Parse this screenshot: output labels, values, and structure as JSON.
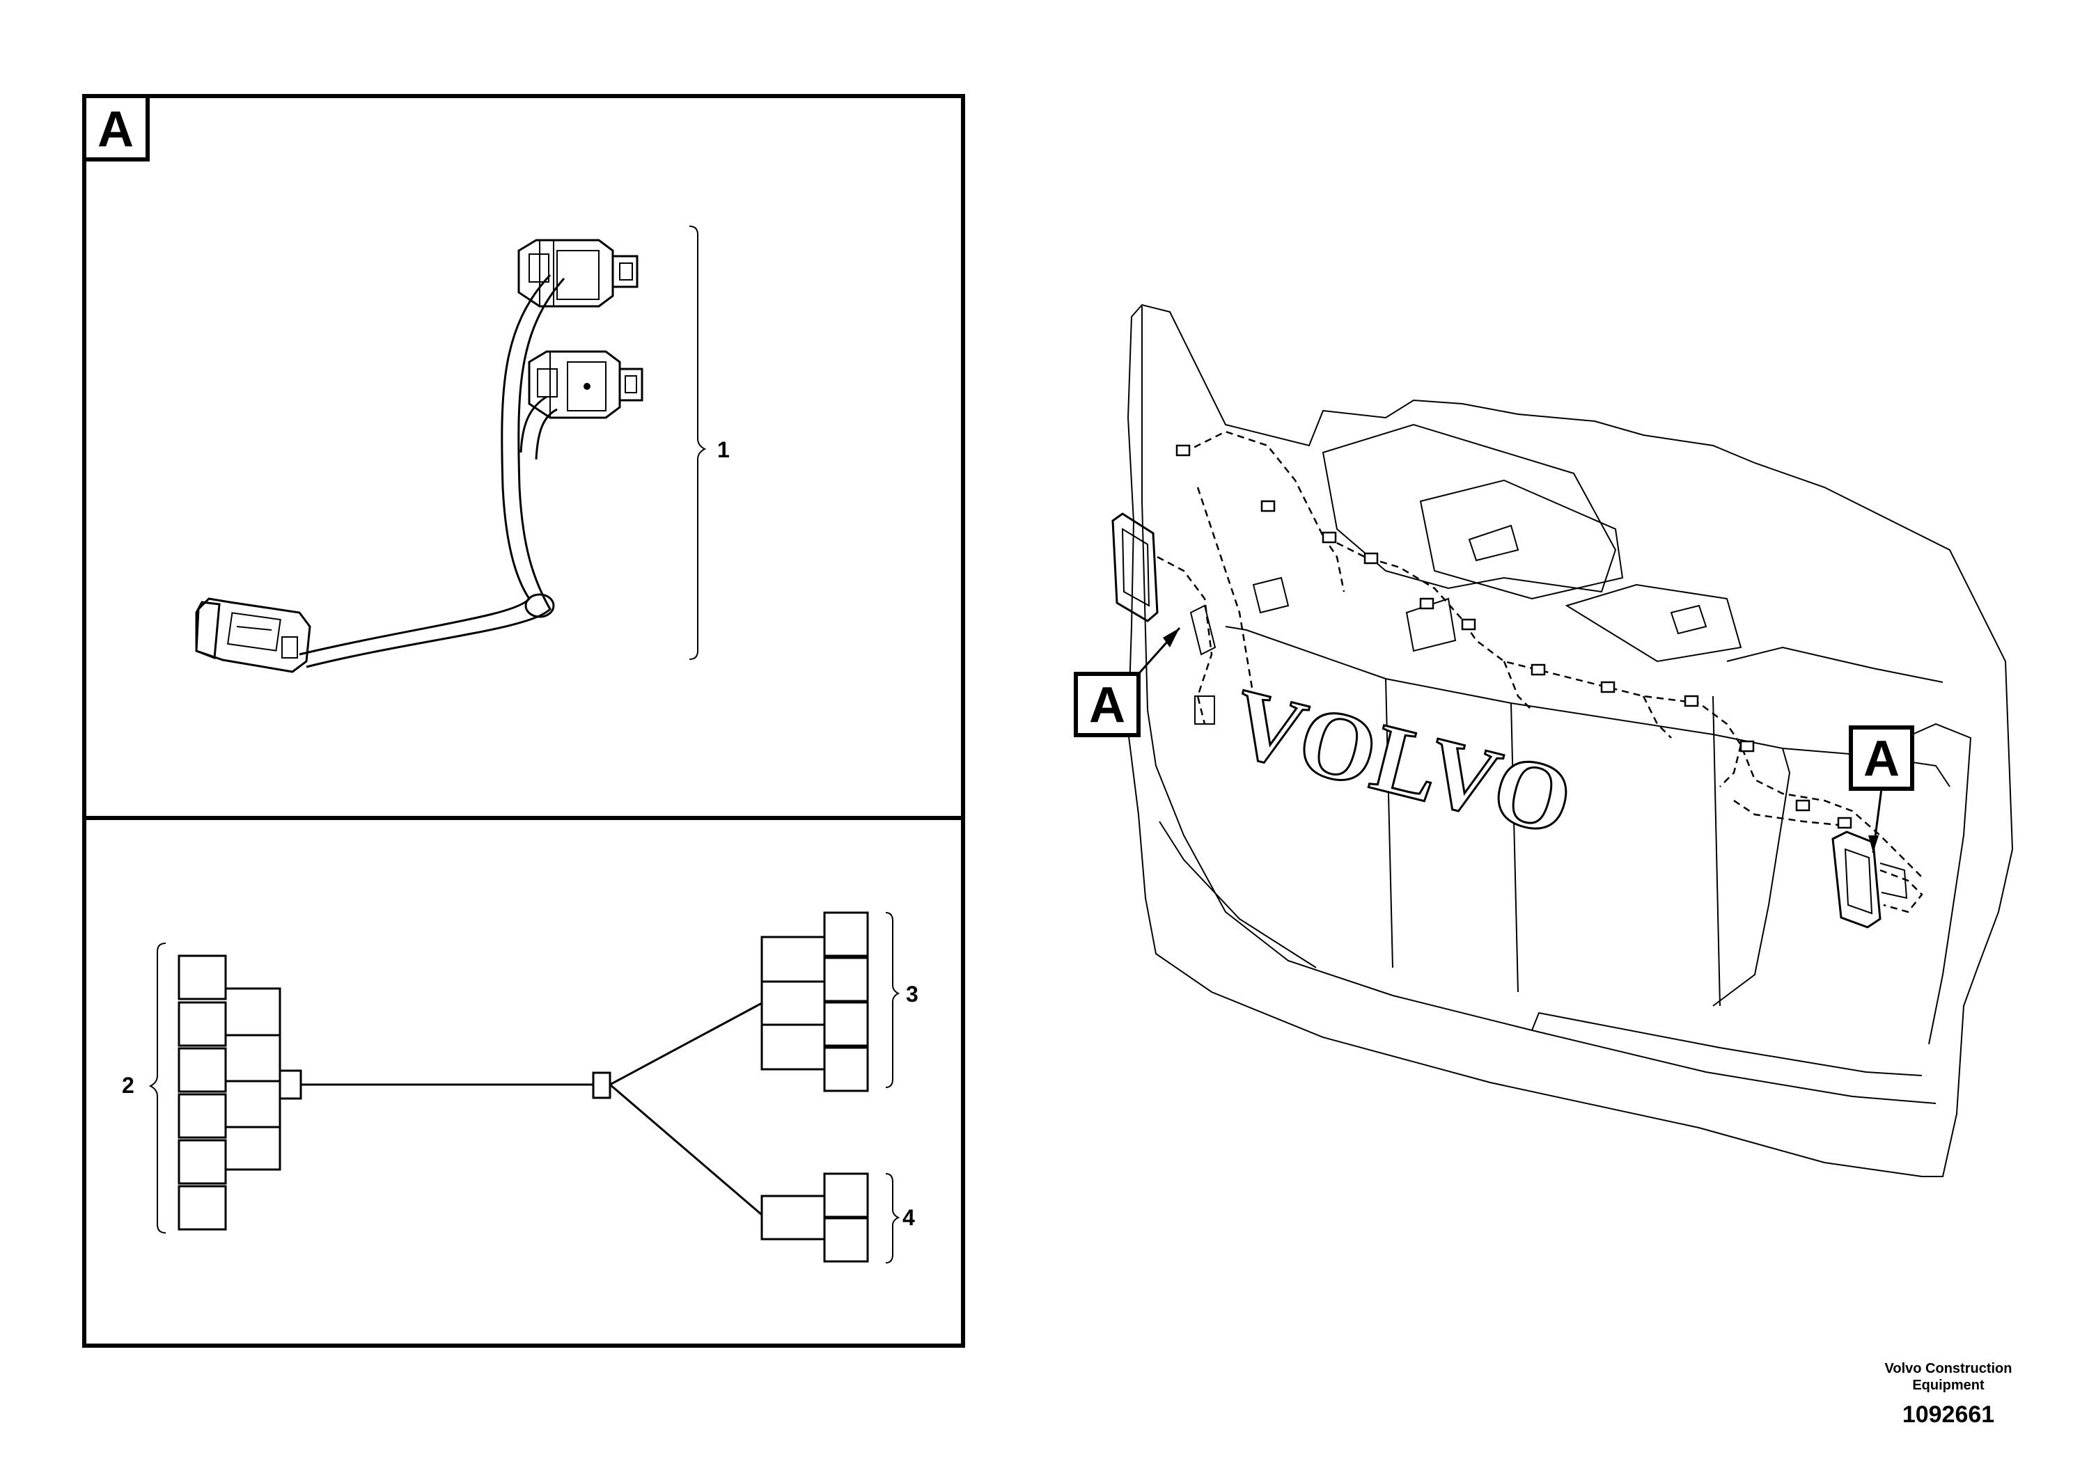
{
  "detail_marker": "A",
  "callouts": {
    "harness": "1",
    "group_left": "2",
    "group_right_top": "3",
    "group_right_bottom": "4"
  },
  "machine": {
    "badge": "VOLVO",
    "marker_left": "A",
    "marker_right": "A"
  },
  "footer": {
    "company_line1": "Volvo Construction",
    "company_line2": "Equipment",
    "drawing_number": "1092661"
  }
}
